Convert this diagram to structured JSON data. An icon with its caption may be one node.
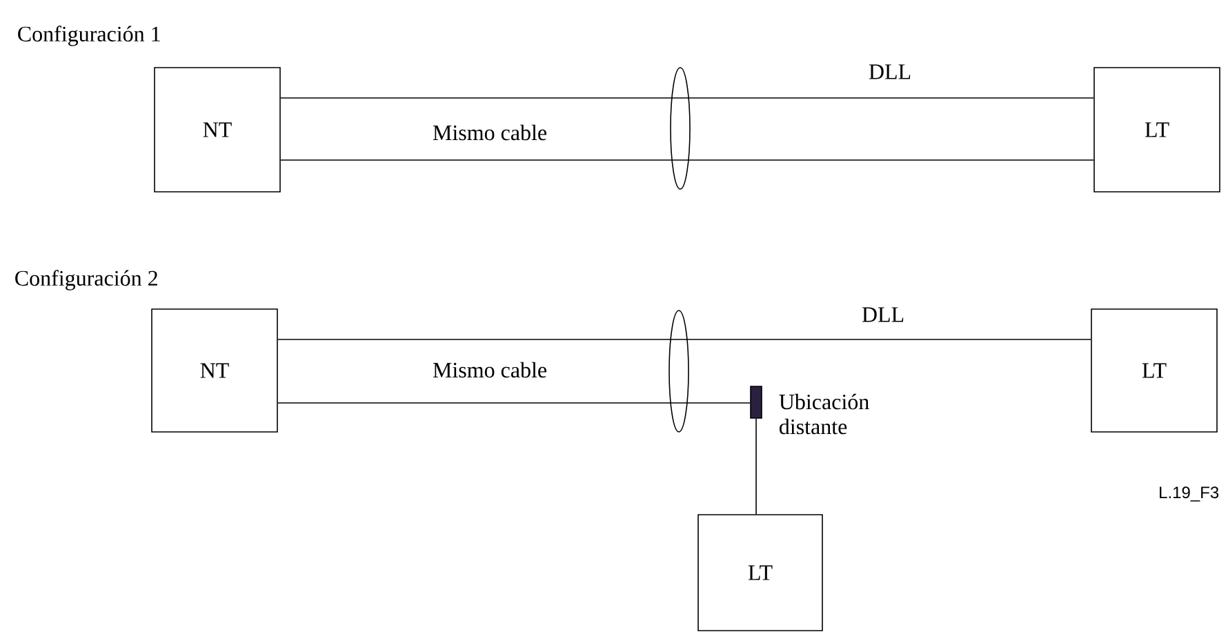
{
  "diagram": {
    "nodes": [
      {
        "text": [
          "NT"
        ]
      },
      {
        "text": [
          "LT"
        ]
      },
      {
        "text": [
          "NT"
        ]
      },
      {
        "text": [
          "LT"
        ]
      },
      {
        "text": [],
        "shape": "bar",
        "beside": [
          "Ubicación distante"
        ]
      },
      {
        "text": [
          "LT"
        ]
      }
    ],
    "edges": [
      {
        "from": 0,
        "to": 1,
        "arrow": "none",
        "label": "DLL"
      },
      {
        "from": 0,
        "to": 1,
        "arrow": "none"
      },
      {
        "from": 2,
        "to": 3,
        "arrow": "none",
        "label": "DLL"
      },
      {
        "from": 2,
        "to": 4,
        "arrow": "none"
      },
      {
        "from": 4,
        "to": 5,
        "arrow": "none"
      }
    ],
    "labels": [
      "Configuración 1",
      "Mismo cable",
      "Configuración 2",
      "Mismo cable",
      "L.19_F3"
    ]
  }
}
